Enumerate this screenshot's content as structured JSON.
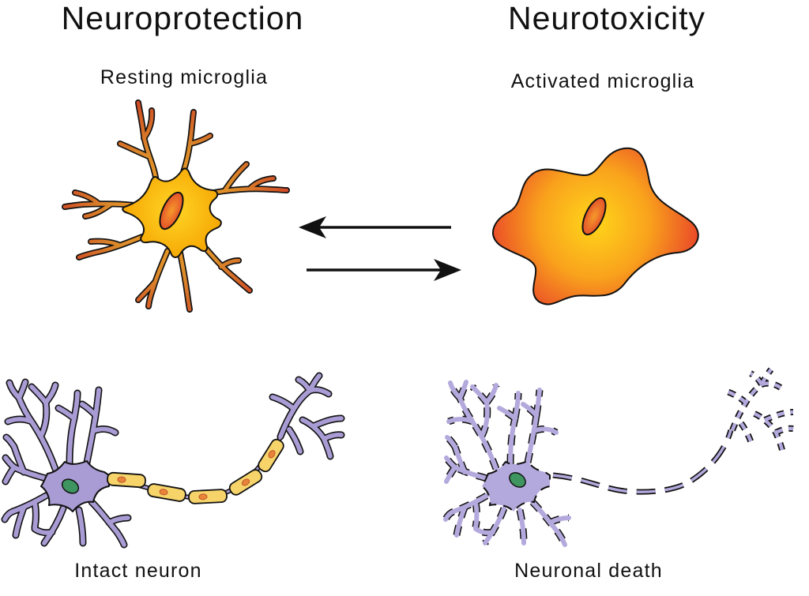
{
  "titles": {
    "left": "Neuroprotection",
    "right": "Neurotoxicity"
  },
  "labels": {
    "resting_microglia": "Resting microglia",
    "activated_microglia": "Activated microglia",
    "intact_neuron": "Intact neuron",
    "neuronal_death": "Neuronal death"
  },
  "arrows": {
    "top": "points-left",
    "bottom": "points-right"
  },
  "colors": {
    "ink": "#111111",
    "purple": "#a99cd4",
    "purple_faded": "#b4a9dc",
    "myelin": "#f6d46a",
    "myelin_dot": "#e8843a",
    "nucleus_green": "#3f9560",
    "microglia_core": "#ffd21f",
    "microglia_edge": "#e8402a"
  }
}
